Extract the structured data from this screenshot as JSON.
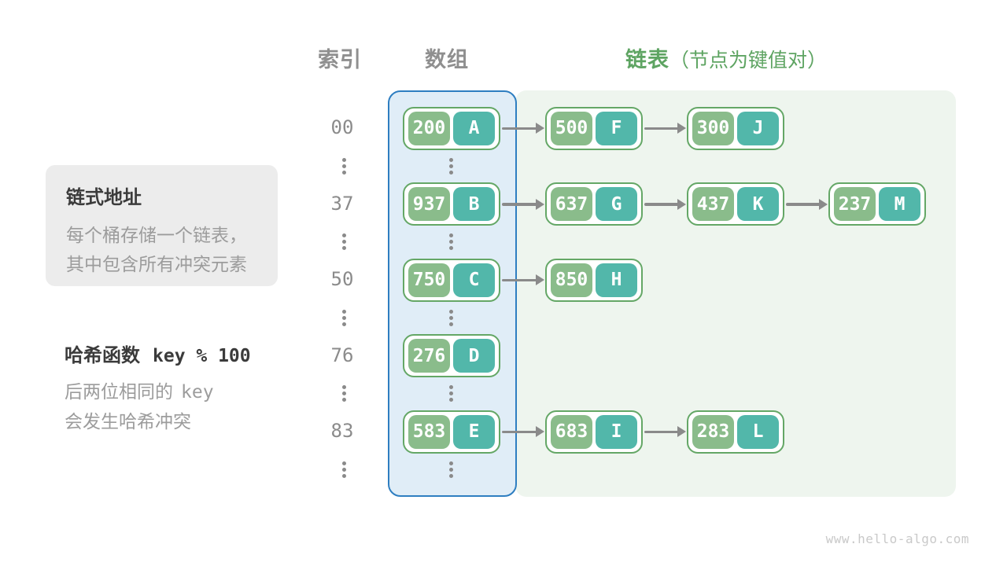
{
  "headers": {
    "index": "索引",
    "array": "数组",
    "list": "链表",
    "list_note": "（节点为键值对）"
  },
  "callout": {
    "title": "链式地址",
    "line1": "每个桶存储一个链表，",
    "line2": "其中包含所有冲突元素"
  },
  "hash_note": {
    "title": "哈希函数",
    "formula": "key % 100",
    "line2_text": "后两位相同的",
    "line2_code": "key",
    "line3": "会发生哈希冲突"
  },
  "rows": [
    {
      "index": "00",
      "bucket": {
        "key": "200",
        "value": "A"
      },
      "chain": [
        {
          "key": "500",
          "value": "F"
        },
        {
          "key": "300",
          "value": "J"
        }
      ]
    },
    {
      "index": "37",
      "bucket": {
        "key": "937",
        "value": "B"
      },
      "chain": [
        {
          "key": "637",
          "value": "G"
        },
        {
          "key": "437",
          "value": "K"
        },
        {
          "key": "237",
          "value": "M"
        }
      ]
    },
    {
      "index": "50",
      "bucket": {
        "key": "750",
        "value": "C"
      },
      "chain": [
        {
          "key": "850",
          "value": "H"
        }
      ]
    },
    {
      "index": "76",
      "bucket": {
        "key": "276",
        "value": "D"
      },
      "chain": []
    },
    {
      "index": "83",
      "bucket": {
        "key": "583",
        "value": "E"
      },
      "chain": [
        {
          "key": "683",
          "value": "I"
        },
        {
          "key": "283",
          "value": "L"
        }
      ]
    }
  ],
  "watermark": "www.hello-algo.com",
  "colors": {
    "header_gray": "#8f8f8f",
    "header_green": "#5ea462",
    "text_dark": "#3b3b3b",
    "text_gray": "#9c9c9c",
    "index_gray": "#8b8b8b",
    "arrow_gray": "#8a8a8a",
    "watermark_gray": "#c9c9c9",
    "array_region_border": "#2e7ec1",
    "array_region_fill": "#e0edf7",
    "chain_region_fill": "#eef5ee",
    "node_border": "#64a766",
    "key_fill": "#8abc8b",
    "value_fill": "#52b7aa"
  }
}
